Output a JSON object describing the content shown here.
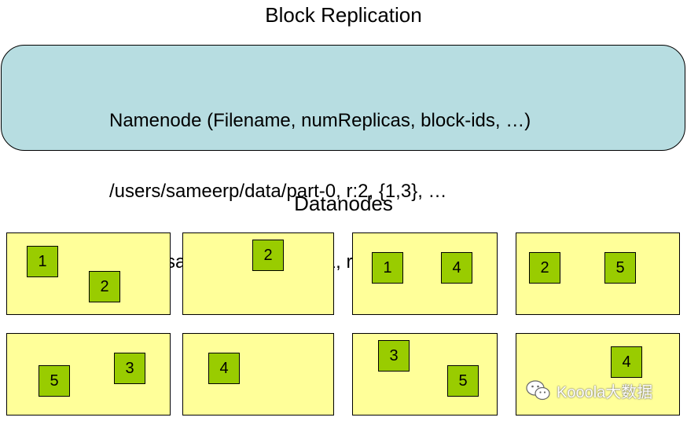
{
  "title": "Block Replication",
  "namenode": {
    "lines": [
      "Namenode (Filename, numReplicas, block-ids, …)",
      "/users/sameerp/data/part-0, r:2, {1,3}, …",
      "/users/sameerp/data/part-1, r:3, {2,4,5}, …"
    ]
  },
  "datanodes_heading": "Datanodes",
  "datanodes": [
    {
      "blocks": [
        "1",
        "2"
      ]
    },
    {
      "blocks": [
        "2"
      ]
    },
    {
      "blocks": [
        "1",
        "4"
      ]
    },
    {
      "blocks": [
        "2",
        "5"
      ]
    },
    {
      "blocks": [
        "5",
        "3"
      ]
    },
    {
      "blocks": [
        "4"
      ]
    },
    {
      "blocks": [
        "3",
        "5"
      ]
    },
    {
      "blocks": [
        "4"
      ]
    }
  ],
  "watermark": {
    "text": "Kooola大数据",
    "icon": "wechat-icon"
  },
  "colors": {
    "namenode_fill": "#b7dde1",
    "datanode_fill": "#ffff99",
    "block_fill": "#99cc00"
  }
}
